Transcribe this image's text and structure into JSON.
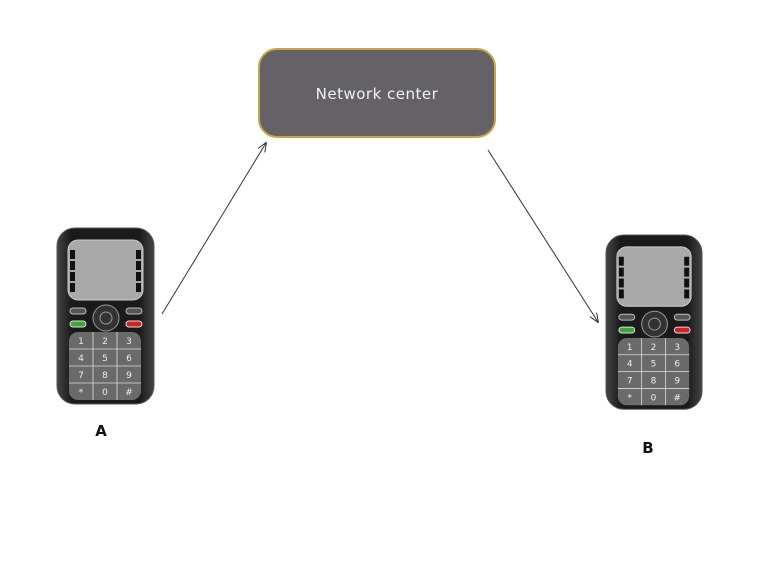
{
  "network_center": {
    "label": "Network center"
  },
  "phones": [
    {
      "id": "a",
      "label": "A"
    },
    {
      "id": "b",
      "label": "B"
    }
  ],
  "keypad": [
    "1",
    "2",
    "3",
    "4",
    "5",
    "6",
    "7",
    "8",
    "9",
    "*",
    "0",
    "#"
  ],
  "colors": {
    "box_fill": "#646266",
    "box_border": "#c9a447",
    "phone_body": "#1c1c1c",
    "screen": "#a9a9a9",
    "call_green": "#3aa83a",
    "end_red": "#d42020",
    "arrow": "#333333"
  }
}
